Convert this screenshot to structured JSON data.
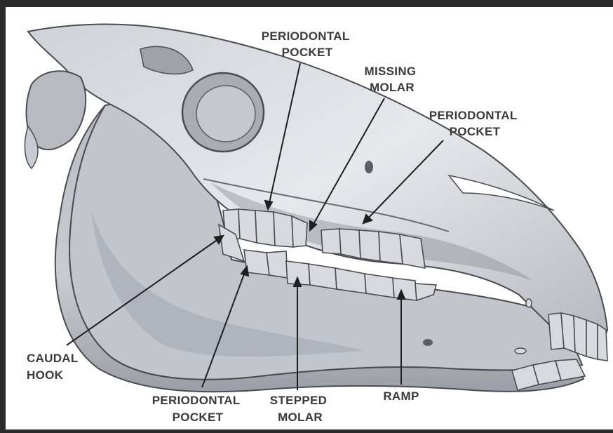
{
  "labels": {
    "periodontal_pocket_top_1": [
      "PERIODONTAL",
      "POCKET"
    ],
    "missing_molar": [
      "MISSING",
      "MOLAR"
    ],
    "periodontal_pocket_top_2": [
      "PERIODONTAL",
      "POCKET"
    ],
    "caudal_hook": [
      "CAUDAL",
      "HOOK"
    ],
    "periodontal_pocket_bottom": [
      "PERIODONTAL",
      "POCKET"
    ],
    "stepped_molar": [
      "STEPPED",
      "MOLAR"
    ],
    "ramp": [
      "RAMP"
    ]
  },
  "colors": {
    "frame": "#2b2b2b",
    "paper": "#ffffff",
    "bone_light": "#e4e6ea",
    "bone_mid": "#b9bcc3",
    "bone_dark": "#8d9098",
    "outline": "#4a4c52",
    "tooth": "#d9dadf",
    "label": "#3a3a3a"
  }
}
